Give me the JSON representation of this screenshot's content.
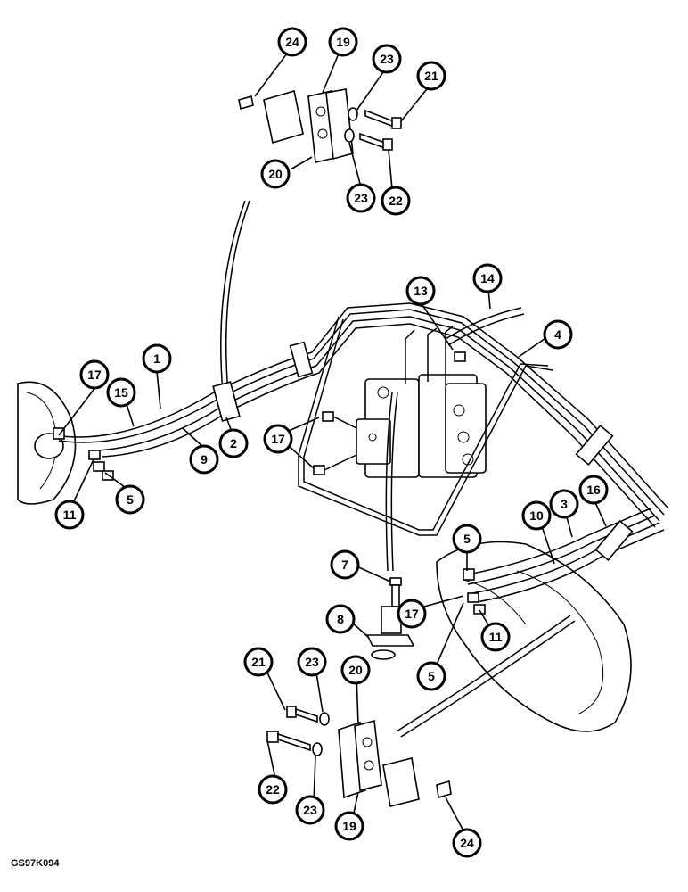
{
  "figure_code": "GS97K094",
  "callouts": {
    "c24_top": "24",
    "c19_top": "19",
    "c23_top_a": "23",
    "c21_top": "21",
    "c20_top": "20",
    "c23_top_b": "23",
    "c22_top": "22",
    "c14": "14",
    "c13": "13",
    "c4": "4",
    "c1": "1",
    "c17_left": "17",
    "c15": "15",
    "c2": "2",
    "c9": "9",
    "c17_mid": "17",
    "c11_left": "11",
    "c5_left": "5",
    "c16": "16",
    "c3": "3",
    "c10": "10",
    "c5_right_top": "5",
    "c7": "7",
    "c8": "8",
    "c17_right": "17",
    "c11_right": "11",
    "c5_right_bot": "5",
    "c21_bot": "21",
    "c23_bot_a": "23",
    "c20_bot": "20",
    "c22_bot": "22",
    "c23_bot_b": "23",
    "c19_bot": "19",
    "c24_bot": "24"
  }
}
